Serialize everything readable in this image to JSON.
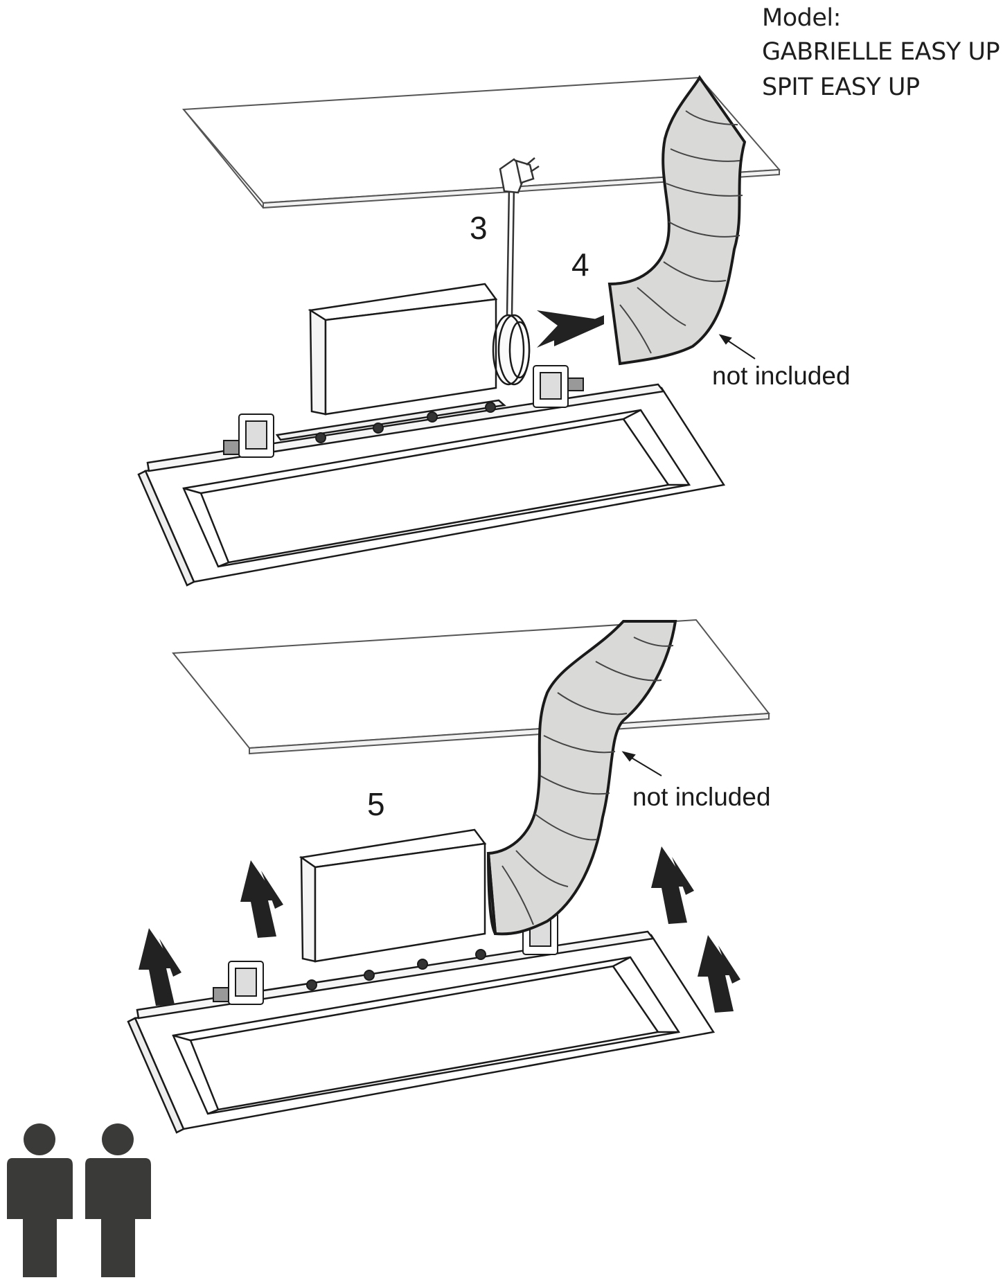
{
  "model": {
    "heading": "Model:",
    "line1": "GABRIELLE EASY UP",
    "line2": "SPIT EASY UP"
  },
  "steps": {
    "step3": "3",
    "step4": "4",
    "step5": "5"
  },
  "notes": {
    "top": "not included",
    "bottom": "not included"
  },
  "colors": {
    "duct": "#d9d9d8",
    "line": "#1a1a1a",
    "figure": "#3a3a38"
  },
  "icons": [
    "ceiling-panel",
    "power-plug-icon",
    "flexible-duct",
    "hood-unit",
    "push-arrow-icon",
    "up-arrow-icon",
    "two-person-icon"
  ]
}
